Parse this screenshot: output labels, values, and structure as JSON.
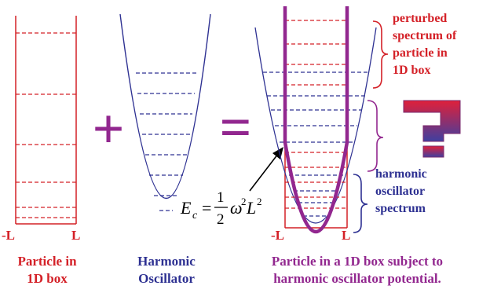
{
  "colors": {
    "box": "#d42027",
    "oscillator": "#2e3192",
    "combined": "#92278f",
    "question_top": "#e0203a",
    "question_bottom": "#3f3fa0"
  },
  "box_panel": {
    "left_tick": "-L",
    "right_tick": "L",
    "caption_line1": "Particle in",
    "caption_line2": "1D box"
  },
  "plus_symbol": "+",
  "equals_symbol": "=",
  "oscillator_panel": {
    "caption_line1": "Harmonic",
    "caption_line2": "Oscillator"
  },
  "equation": {
    "lhs": "E",
    "lhs_sub": "c",
    "equals": "=",
    "numerator": "1",
    "denominator": "2",
    "omega": "ω",
    "omega_sup": "2",
    "L": "L",
    "L_sup": "2"
  },
  "combined_panel": {
    "left_tick": "-L",
    "right_tick": "L",
    "caption_line1": "Particle in a 1D box subject to",
    "caption_line2": "harmonic oscillator potential."
  },
  "annotations": {
    "perturbed_line1": "perturbed",
    "perturbed_line2": "spectrum of",
    "perturbed_line3": "particle in",
    "perturbed_line4": "1D box",
    "harmonic_line1": "harmonic",
    "harmonic_line2": "oscillator",
    "harmonic_line3": "spectrum"
  },
  "question_icon": "question-mark-icon"
}
